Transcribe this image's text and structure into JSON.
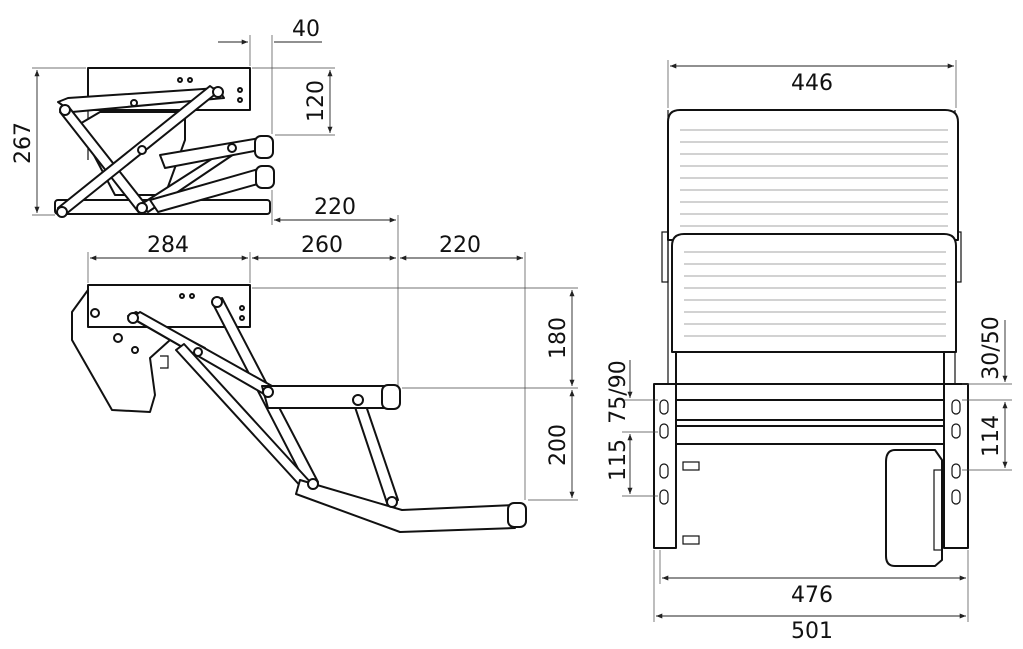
{
  "dimensions": {
    "folded_overhang": "40",
    "folded_height_upper": "120",
    "folded_total_height": "267",
    "folded_reach": "220",
    "base_depth": "284",
    "first_step_reach": "260",
    "second_step_reach": "220",
    "first_step_drop": "180",
    "second_step_drop": "200",
    "tread_width": "446",
    "inner_width": "476",
    "outer_width": "501",
    "slot_left_upper": "75/90",
    "slot_left_lower": "115",
    "slot_right_upper": "30/50",
    "slot_right_lower": "114"
  }
}
